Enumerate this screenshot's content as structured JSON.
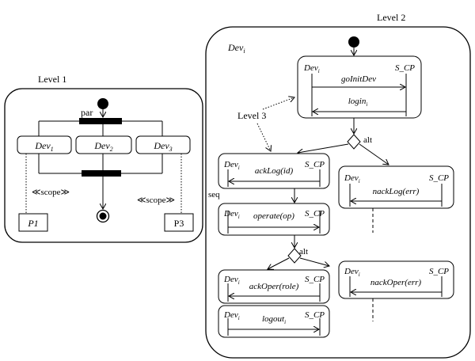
{
  "level1": {
    "title": "Level 1",
    "fork_label": "par",
    "devices": [
      {
        "base": "Dev",
        "sub": "1"
      },
      {
        "base": "Dev",
        "sub": "2"
      },
      {
        "base": "Dev",
        "sub": "3"
      }
    ],
    "scope_left": "≪scope≫",
    "scope_right": "≪scope≫",
    "box_left": "P1",
    "box_right": "P3"
  },
  "level2": {
    "title": "Level 2",
    "container_base": "Dev",
    "container_sub": "i",
    "level3_label": "Level 3",
    "init_box": {
      "dev_base": "Dev",
      "dev_sub": "i",
      "right": "S_CP",
      "msg1": "goInitDev",
      "msg2_base": "login",
      "msg2_sub": "i"
    },
    "alt1": "alt",
    "acklog": {
      "dev_base": "Dev",
      "dev_sub": "i",
      "right": "S_CP",
      "msg": "ackLog(id)"
    },
    "nacklog": {
      "dev_base": "Dev",
      "dev_sub": "i",
      "right": "S_CP",
      "msg": "nackLog(err)"
    },
    "seq": "seq",
    "operate": {
      "dev_base": "Dev",
      "dev_sub": "i",
      "right": "S_CP",
      "msg": "operate(op)"
    },
    "alt2": "alt",
    "ackoper": {
      "dev_base": "Dev",
      "dev_sub": "i",
      "right": "S_CP",
      "msg": "ackOper(role)"
    },
    "nackoper": {
      "dev_base": "Dev",
      "dev_sub": "i",
      "right": "S_CP",
      "msg": "nackOper(err)"
    },
    "logout": {
      "dev_base": "Dev",
      "dev_sub": "i",
      "right": "S_CP",
      "msg_base": "logout",
      "msg_sub": "i"
    }
  }
}
